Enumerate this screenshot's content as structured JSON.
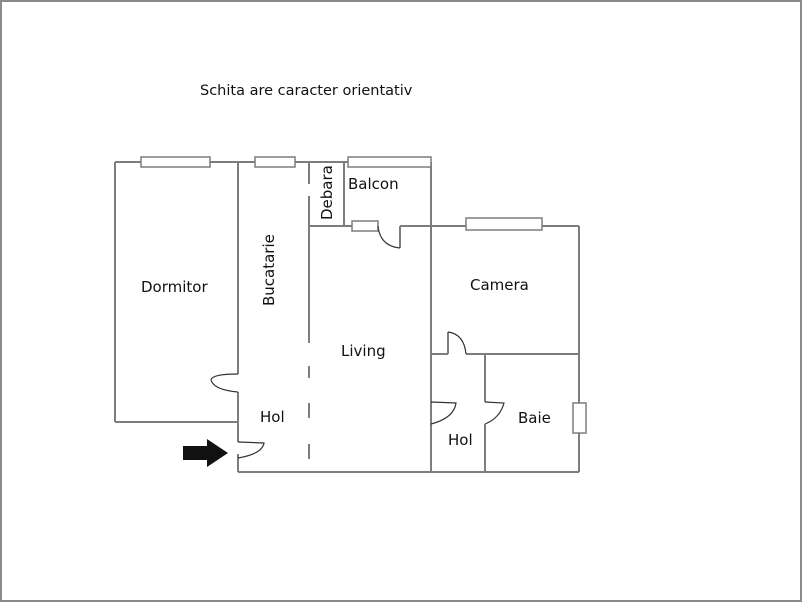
{
  "title": "Schita are caracter orientativ",
  "rooms": {
    "dormitor": "Dormitor",
    "bucatarie": "Bucatarie",
    "debara": "Debara",
    "balcon": "Balcon",
    "living": "Living",
    "camera": "Camera",
    "hol_left": "Hol",
    "hol_right": "Hol",
    "baie": "Baie"
  },
  "entrance": {
    "icon": "arrow-right-icon"
  },
  "colors": {
    "wall": "#7d7d7d",
    "door": "#333333",
    "arrow": "#111111",
    "border": "#8a8a8a"
  }
}
